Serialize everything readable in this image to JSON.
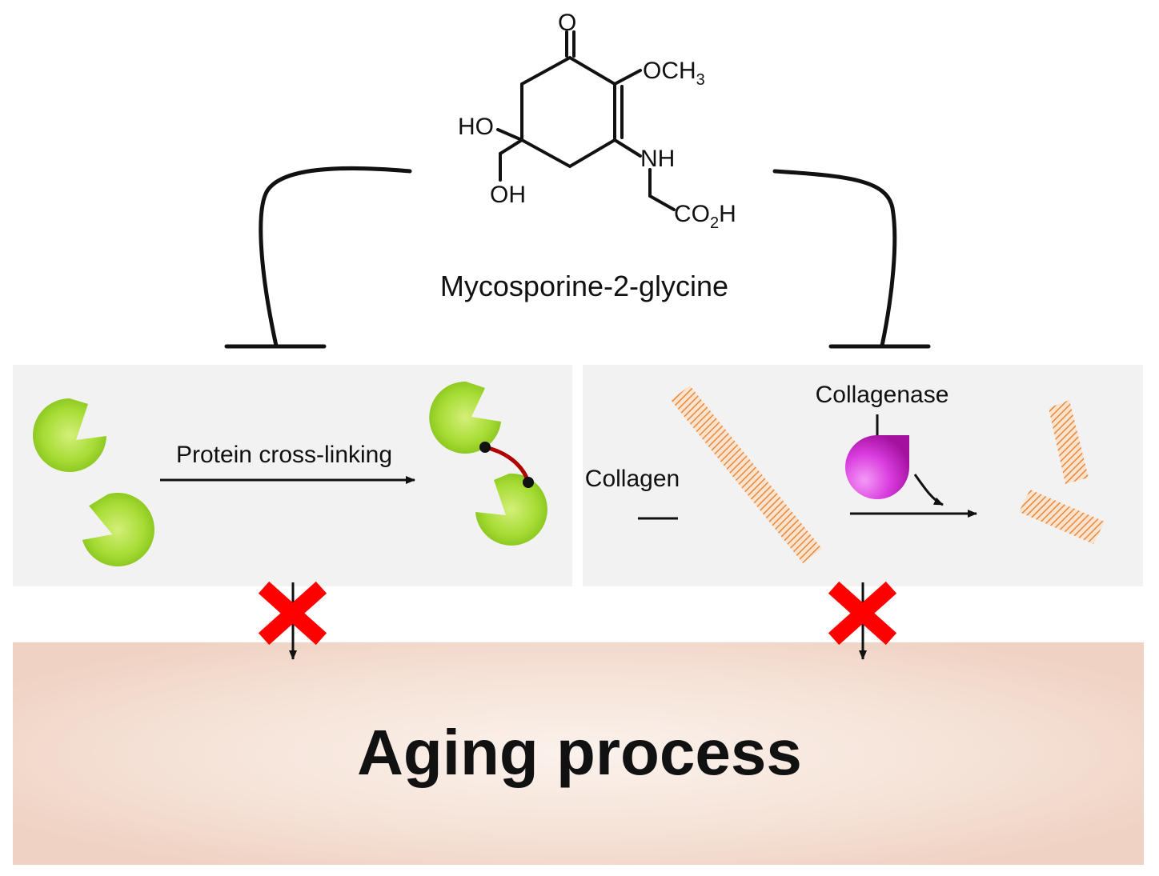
{
  "molecule": {
    "name": "Mycosporine-2-glycine",
    "atoms": {
      "oxygen": "O",
      "methoxy": "OCH",
      "methoxy_sub": "3",
      "hydroxyl": "HO",
      "hydroxymethyl": "OH",
      "amine": "NH",
      "carboxyl": "CO",
      "carboxyl_sub": "2",
      "carboxyl_h": "H"
    }
  },
  "left_panel": {
    "process_label": "Protein cross-linking"
  },
  "right_panel": {
    "substrate_label": "Collagen",
    "enzyme_label": "Collagenase"
  },
  "outcome": {
    "label": "Aging process"
  },
  "colors": {
    "panel_bg": "#f2f2f2",
    "protein_green": "#9ad22a",
    "crosslink_red": "#b00000",
    "collagen_orange": "#e8883a",
    "enzyme_magenta": "#c21fc8",
    "block_red": "#ff0000",
    "outcome_bg": "#f2d6c8"
  }
}
